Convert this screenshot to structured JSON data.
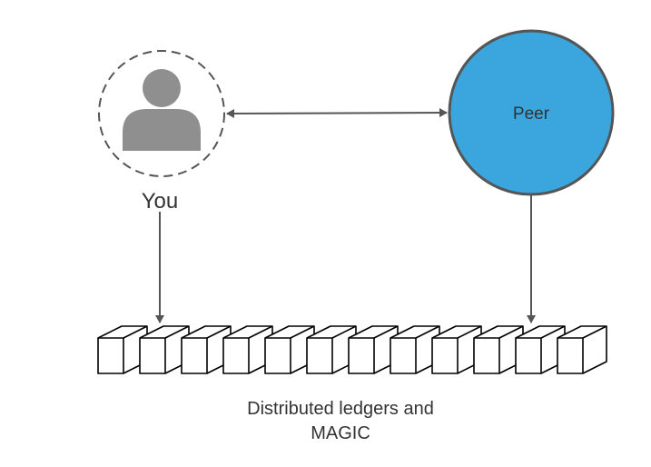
{
  "nodes": {
    "you": {
      "label": "You"
    },
    "peer": {
      "label": "Peer"
    }
  },
  "ledger": {
    "label_line1": "Distributed ledgers and",
    "label_line2": "MAGIC",
    "block_count": 12
  },
  "colors": {
    "peer_fill": "#3aa6dd",
    "peer_stroke": "#555555",
    "you_dashed_stroke": "#555555",
    "person_icon": "#8f8f8f",
    "arrow": "#555555"
  }
}
